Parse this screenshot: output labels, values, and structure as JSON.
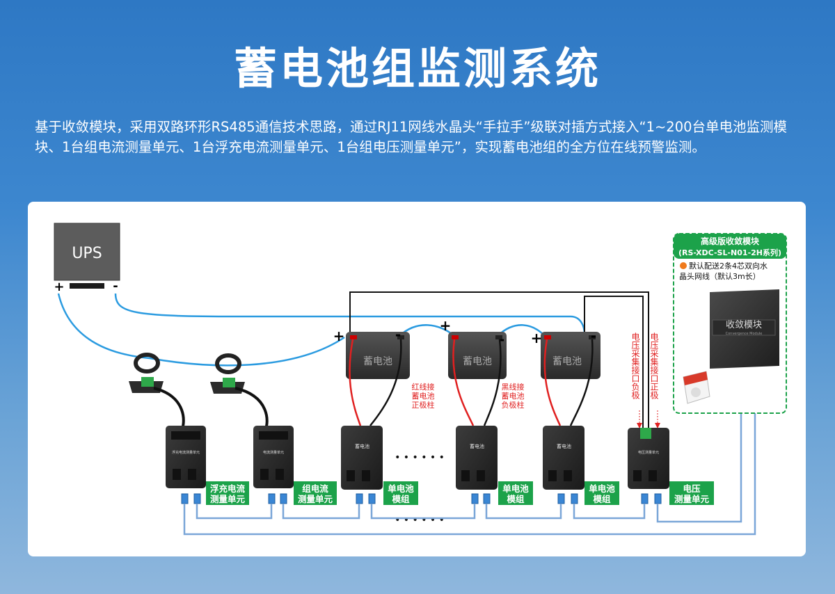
{
  "title": "蓄电池组监测系统",
  "description": "基于收敛模块，采用双路环形RS485通信技术思路，通过RJ11网线水晶头“手拉手”级联对插方式接入“1~200台单电池监测模块、1台组电流测量单元、1台浮充电流测量单元、1台组电压测量单元”，实现蓄电池组的全方位在线预警监测。",
  "ups": {
    "label": "UPS",
    "plus": "+",
    "minus": "-"
  },
  "battery_label": "蓄电池",
  "polarity": {
    "plus": "+",
    "minus": "-"
  },
  "red_note": [
    "红线接",
    "蓄电池",
    "正极柱"
  ],
  "black_note": [
    "黑线接",
    "蓄电池",
    "负极柱"
  ],
  "voltage_neg_note": "电压采集接口负极",
  "voltage_pos_note": "电压采集接口正极",
  "ellipsis": "• • • • • •",
  "units": [
    {
      "line1": "浮充电流",
      "line2": "测量单元",
      "tiny": "浮充电流测量单元"
    },
    {
      "line1": "组电流",
      "line2": "测量单元",
      "tiny": "电流测量单元"
    },
    {
      "line1": "单电池",
      "line2": "模组",
      "tiny": "蓄电池"
    },
    {
      "line1": "单电池",
      "line2": "模组",
      "tiny": "蓄电池"
    },
    {
      "line1": "单电池",
      "line2": "模组",
      "tiny": "蓄电池"
    },
    {
      "line1": "电压",
      "line2": "测量单元",
      "tiny": "电压测量单元"
    }
  ],
  "module": {
    "header1": "高级版收敛模块",
    "header2": "(RS-XDC-SL-N01-2H系列)",
    "note1": "默认配送2条4芯双向水",
    "note2": "晶头网线（默认3m长）",
    "device_label": "收敛模块",
    "device_sub": "Convergence Module"
  },
  "colors": {
    "accent_green": "#1ca24a",
    "wire_blue": "#2b9be0",
    "wire_red": "#e02020",
    "bus_blue": "#7aa6d8"
  }
}
